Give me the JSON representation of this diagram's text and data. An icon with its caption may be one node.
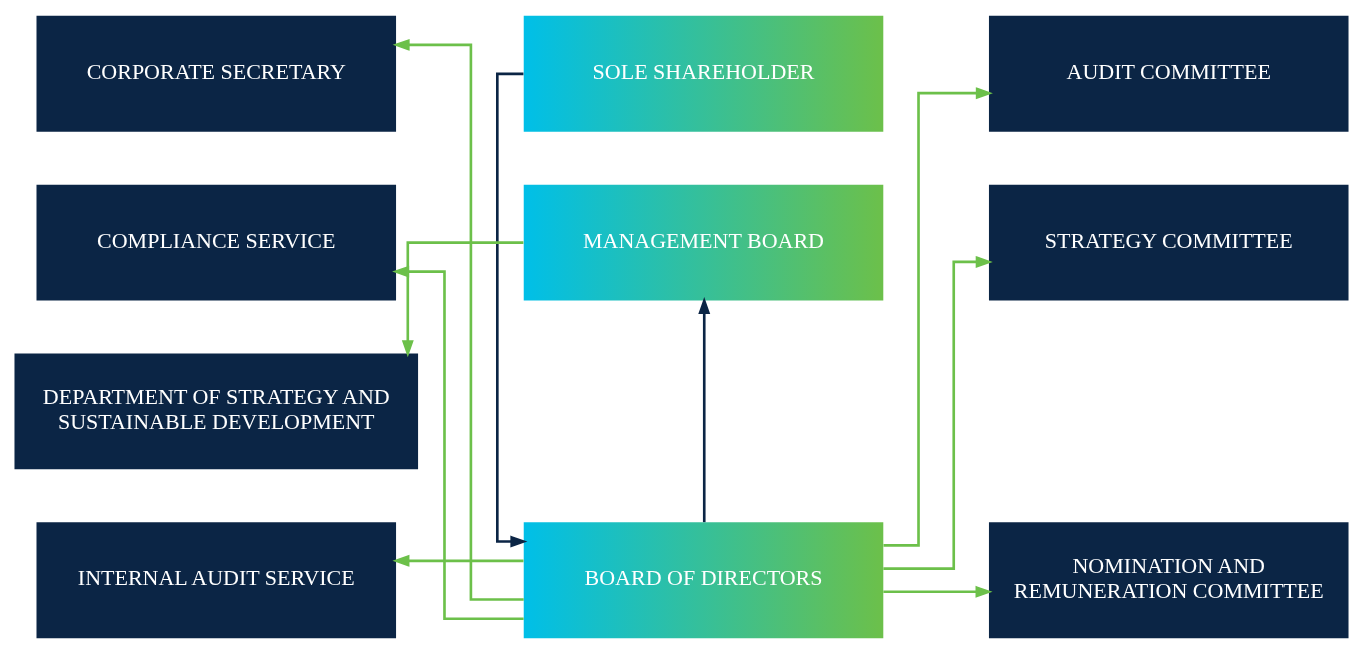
{
  "diagram": {
    "nodes": [
      {
        "text": [
          "CORPORATE SECRETARY"
        ]
      },
      {
        "text": [
          "SOLE SHAREHOLDER"
        ]
      },
      {
        "text": [
          "AUDIT COMMITTEE"
        ]
      },
      {
        "text": [
          "INTERNAL AUDIT SERVICE"
        ]
      },
      {
        "text": [
          "BOARD OF DIRECTORS"
        ]
      },
      {
        "text": [
          "NOMINATION AND REMUNERATION COMMITTEE"
        ]
      },
      {
        "text": [
          "COMPLIANCE SERVICE"
        ]
      },
      {
        "text": [
          "STRATEGY COMMITTEE"
        ]
      },
      {
        "text": [
          "DEPARTMENT OF STRATEGY AND SUSTAINABLE DEVELOPMENT"
        ]
      },
      {
        "text": [
          "MANAGEMENT BOARD"
        ]
      }
    ],
    "edges": [
      {
        "from": 1,
        "to": 4,
        "arrow": "to",
        "color": "#0b2545"
      },
      {
        "from": 4,
        "to": 9,
        "arrow": "to",
        "color": "#0b2545"
      },
      {
        "from": 4,
        "to": 0,
        "arrow": "to"
      },
      {
        "from": 4,
        "to": 3,
        "arrow": "to"
      },
      {
        "from": 4,
        "to": 6,
        "arrow": "to"
      },
      {
        "from": 4,
        "to": 2,
        "arrow": "to"
      },
      {
        "from": 4,
        "to": 5,
        "arrow": "to"
      },
      {
        "from": 4,
        "to": 7,
        "arrow": "to"
      },
      {
        "from": 9,
        "to": 8,
        "arrow": "to"
      }
    ]
  }
}
